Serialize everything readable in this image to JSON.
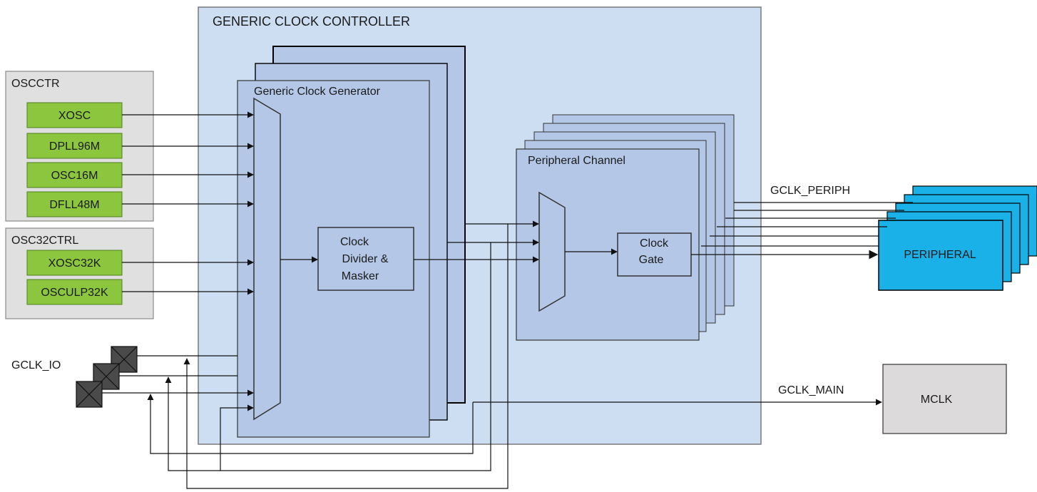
{
  "controller": {
    "title": "GENERIC CLOCK CONTROLLER"
  },
  "oscctr": {
    "title": "OSCCTR",
    "sources": [
      "XOSC",
      "DPLL96M",
      "OSC16M",
      "DFLL48M"
    ]
  },
  "osc32ctrl": {
    "title": "OSC32CTRL",
    "sources": [
      "XOSC32K",
      "OSCULP32K"
    ]
  },
  "gclk_io": {
    "label": "GCLK_IO"
  },
  "generator": {
    "title": "Generic Clock Generator",
    "divider_lines": [
      "Clock",
      "Divider &",
      "Masker"
    ]
  },
  "channel": {
    "title": "Peripheral Channel",
    "gate_lines": [
      "Clock",
      "Gate"
    ]
  },
  "outputs": {
    "periph_label": "GCLK_PERIPH",
    "peripheral": "PERIPHERAL",
    "main_label": "GCLK_MAIN",
    "mclk": "MCLK"
  },
  "colors": {
    "controller_fill": "#cdddf2",
    "generator_fill": "#b4c7e7",
    "osc_group_fill": "#e0e0e0",
    "source_fill": "#8cc63f",
    "peripheral_fill": "#1ab0e8",
    "mclk_fill": "#dcdadb"
  }
}
